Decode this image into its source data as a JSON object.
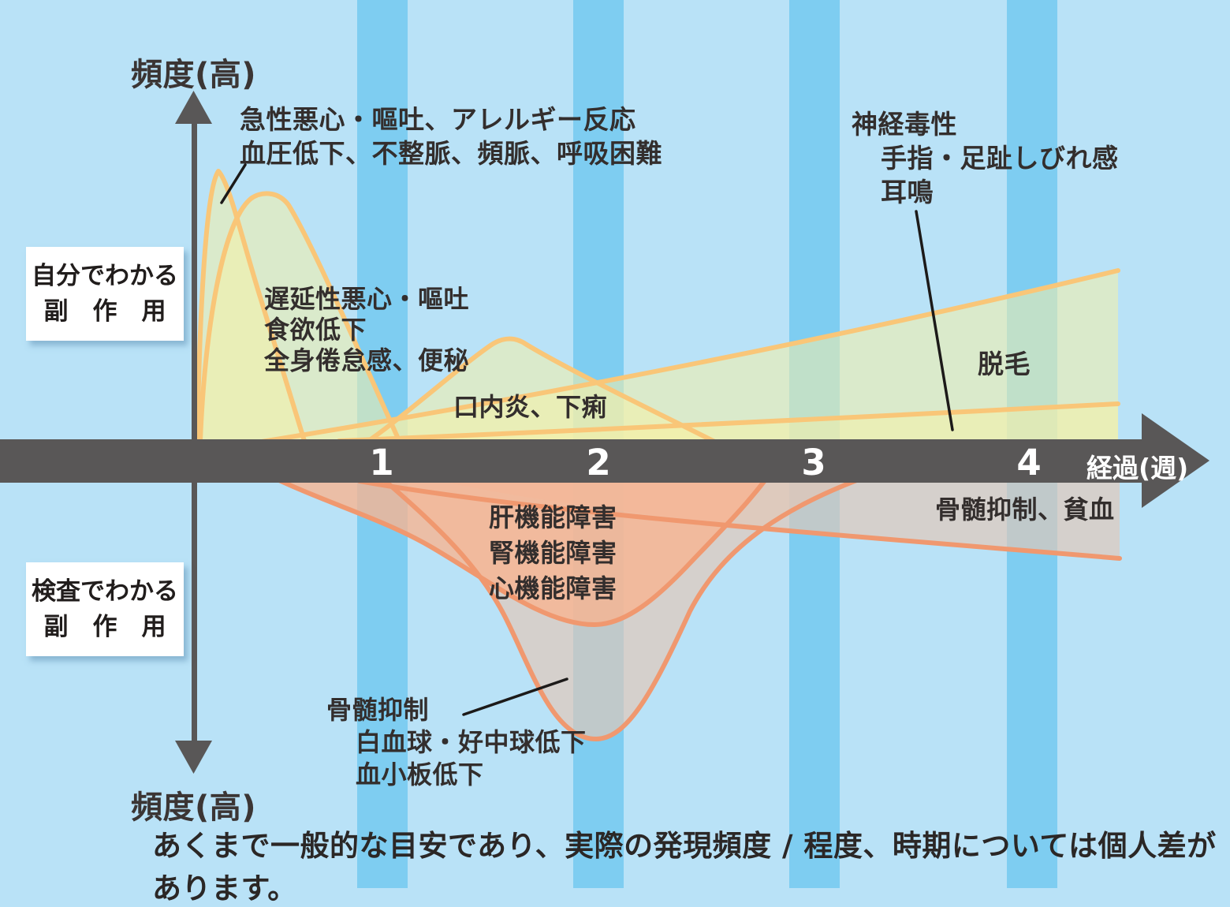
{
  "y_axis_label_top": "頻度(高)",
  "y_axis_label_bottom": "頻度(高)",
  "x_axis": {
    "label": "経過(週)",
    "ticks": [
      "1",
      "2",
      "3",
      "4"
    ]
  },
  "side_boxes": {
    "self_noticed": {
      "line1": "自分でわかる",
      "line2": "副　作　用"
    },
    "test_detected": {
      "line1": "検査でわかる",
      "line2": "副　作　用"
    }
  },
  "annotations": {
    "acute": {
      "line1": "急性悪心・嘔吐、アレルギー反応",
      "line2": "血圧低下、不整脈、頻脈、呼吸困難"
    },
    "delayed": {
      "line1": "遅延性悪心・嘔吐",
      "line2": "食欲低下",
      "line3": "全身倦怠感、便秘"
    },
    "mouth": {
      "line1": "口内炎、下痢"
    },
    "neuro": {
      "line1": "神経毒性",
      "line2": "手指・足趾しびれ感",
      "line3": "耳鳴"
    },
    "hair": {
      "line1": "脱毛"
    },
    "organ": {
      "line1": "肝機能障害",
      "line2": "腎機能障害",
      "line3": "心機能障害"
    },
    "marrow_anemia": {
      "line1": "骨髄抑制、貧血"
    },
    "marrow": {
      "line1": "骨髄抑制",
      "line2": "白血球・好中球低下",
      "line3": "血小板低下"
    }
  },
  "caption": "あくまで一般的な目安であり、実際の発現頻度 / 程度、時期については個人差があります。",
  "colors": {
    "background": "#b9e2f7",
    "week_stripe": "#7ecdf1",
    "axis_gray": "#595757",
    "upper_fill_translucent_yellow": "#f6f1a8",
    "upper_stroke_orange": "#f9c678",
    "lower_fill_gray": "#e4c6b6",
    "lower_fill_salmon": "#f9b48f",
    "lower_stroke_orange": "#f0986f",
    "text_dark": "#332e2d",
    "text_white": "#ffffff"
  },
  "chart_data": {
    "type": "area",
    "title": "",
    "xlabel": "経過(週)",
    "ylabel_top": "頻度(高) 自分でわかる副作用",
    "ylabel_bottom": "頻度(高) 検査でわかる副作用",
    "x_ticks": [
      1,
      2,
      3,
      4
    ],
    "xlim": [
      0,
      4.3
    ],
    "ylim": [
      -1,
      1
    ],
    "grid": "vertical stripes at each week",
    "legend_position": "labels annotated on curves",
    "series": [
      {
        "name": "急性悪心・嘔吐、アレルギー反応、血圧低下、不整脈、頻脈、呼吸困難",
        "side": "above",
        "points": [
          [
            0.15,
            0
          ],
          [
            0.25,
            1.0
          ],
          [
            0.4,
            0.5
          ],
          [
            0.6,
            0
          ]
        ]
      },
      {
        "name": "遅延性悪心・嘔吐、食欲低下、全身倦怠感、便秘",
        "side": "above",
        "points": [
          [
            0.17,
            0
          ],
          [
            0.49,
            0.9
          ],
          [
            0.75,
            0.4
          ],
          [
            1.0,
            0
          ]
        ]
      },
      {
        "name": "口内炎、下痢",
        "side": "above",
        "points": [
          [
            0.8,
            0
          ],
          [
            1.6,
            0.42
          ],
          [
            2.7,
            0
          ]
        ]
      },
      {
        "name": "脱毛",
        "side": "above",
        "points": [
          [
            0.45,
            0
          ],
          [
            2.0,
            0.3
          ],
          [
            4.3,
            0.65
          ]
        ]
      },
      {
        "name": "神経毒性(手指・足趾しびれ感、耳鳴)",
        "side": "above",
        "points": [
          [
            0.8,
            0
          ],
          [
            2.5,
            0.12
          ],
          [
            4.3,
            0.19
          ]
        ]
      },
      {
        "name": "肝機能障害、腎機能障害、心機能障害",
        "side": "below",
        "points": [
          [
            0.35,
            0
          ],
          [
            2.0,
            -0.55
          ],
          [
            2.8,
            0
          ]
        ]
      },
      {
        "name": "骨髄抑制(白血球・好中球低下、血小板低下)",
        "side": "below",
        "points": [
          [
            0.9,
            0
          ],
          [
            2.0,
            -0.94
          ],
          [
            3.4,
            0
          ]
        ]
      },
      {
        "name": "骨髄抑制、貧血",
        "side": "below",
        "points": [
          [
            0.9,
            0
          ],
          [
            2.5,
            -0.2
          ],
          [
            4.3,
            -0.32
          ]
        ]
      }
    ]
  }
}
